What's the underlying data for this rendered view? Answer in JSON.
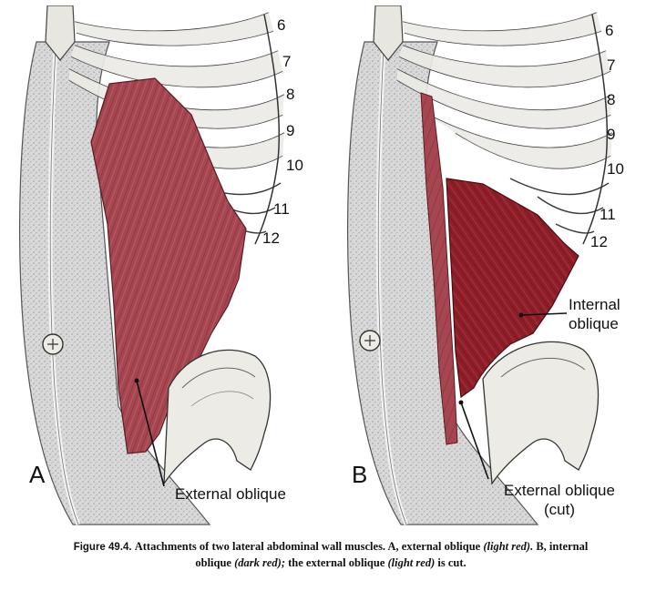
{
  "rib_numbers": [
    "6",
    "7",
    "8",
    "9",
    "10",
    "11",
    "12"
  ],
  "panel_a": {
    "letter": "A",
    "label_external_oblique": "External oblique"
  },
  "panel_b": {
    "letter": "B",
    "label_internal_line1": "Internal",
    "label_internal_line2": "oblique",
    "label_external_line1": "External oblique",
    "label_external_line2": "(cut)"
  },
  "caption": {
    "figure_label": "Figure 49.4.",
    "text_1": "Attachments of two lateral abdominal wall muscles. A, external oblique",
    "text_2": "(light red).",
    "text_3": "B, internal",
    "text_4": "oblique",
    "text_5": "(dark red);",
    "text_6": "the external oblique",
    "text_7": "(light red)",
    "text_8": "is cut."
  },
  "colors": {
    "external_oblique": "#a64650",
    "internal_oblique": "#8e1e28",
    "bone": "#e8e6e0",
    "sheath": "#cfcfcf"
  }
}
